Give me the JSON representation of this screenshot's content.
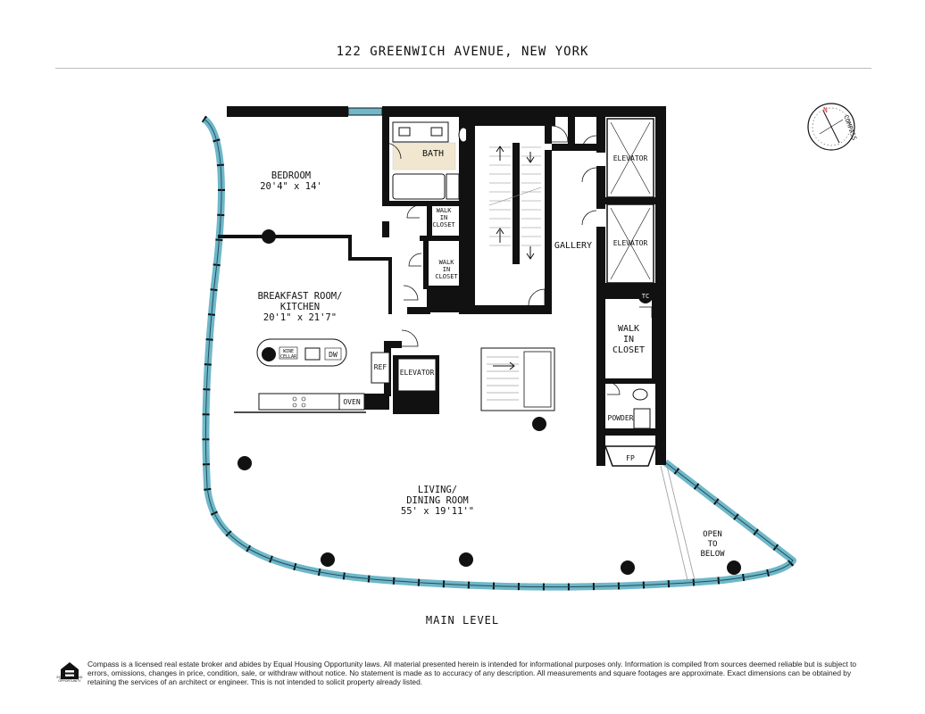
{
  "header": {
    "title": "122 GREENWICH AVENUE, NEW YORK"
  },
  "compass": {
    "label": "COMPASS",
    "north": "N"
  },
  "rooms": {
    "bedroom": {
      "name": "BEDROOM",
      "dims": "20'4\" x 14'"
    },
    "bath": {
      "name": "BATH"
    },
    "walk_in_closet_1": {
      "line1": "WALK",
      "line2": "IN",
      "line3": "CLOSET"
    },
    "walk_in_closet_2": {
      "line1": "WALK",
      "line2": "IN",
      "line3": "CLOSET"
    },
    "breakfast": {
      "line1": "BREAKFAST ROOM/",
      "line2": "KITCHEN",
      "dims": "20'1\" x 21'7\""
    },
    "wine_cellar": {
      "line1": "WINE",
      "line2": "CELLAR"
    },
    "dw": {
      "name": "DW"
    },
    "ref": {
      "name": "REF"
    },
    "oven": {
      "name": "OVEN"
    },
    "elevator_kitchen": {
      "name": "ELEVATOR"
    },
    "elevator_1": {
      "name": "ELEVATOR"
    },
    "elevator_2": {
      "name": "ELEVATOR"
    },
    "gallery": {
      "name": "GALLERY"
    },
    "tc": {
      "name": "TC"
    },
    "walk_in_closet_3": {
      "line1": "WALK",
      "line2": "IN",
      "line3": "CLOSET"
    },
    "powder": {
      "name": "POWDER"
    },
    "fp": {
      "name": "FP"
    },
    "living": {
      "line1": "LIVING/",
      "line2": "DINING ROOM",
      "dims": "55' x 19'11'\""
    },
    "open_below": {
      "line1": "OPEN",
      "line2": "TO",
      "line3": "BELOW"
    }
  },
  "footer": {
    "level": "MAIN LEVEL",
    "eho_text": "EQUAL HOUSING OPPORTUNITY",
    "disclaimer": "Compass is a licensed real estate broker and abides by Equal Housing Opportunity laws. All material presented herein is intended for informational purposes only. Information is compiled from sources deemed reliable but is subject to errors, omissions, changes in price, condition, sale, or withdraw without notice. No statement is made as to accuracy of any description. All measurements and square footages are approximate. Exact dimensions can be obtained by retaining the services of an architect or engineer. This is not intended to solicit property already listed."
  },
  "colors": {
    "wall": "#111111",
    "glass": "#6fb7c9",
    "text": "#111111",
    "rule": "#bdbdbd"
  }
}
